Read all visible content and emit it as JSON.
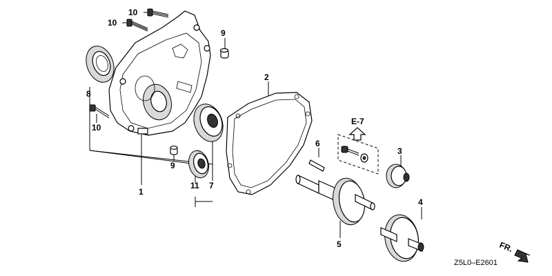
{
  "callouts": {
    "p1": "1",
    "p2": "2",
    "p3": "3",
    "p4": "4",
    "p5": "5",
    "p6": "6",
    "p7": "7",
    "p8": "8",
    "p9_top": "9",
    "p9_low": "9",
    "p10_a": "10",
    "p10_b": "10",
    "p10_c": "10",
    "p11": "11"
  },
  "ref_group": "E-7",
  "direction_label": "FR.",
  "diagram_code": "Z5L0–E2601"
}
